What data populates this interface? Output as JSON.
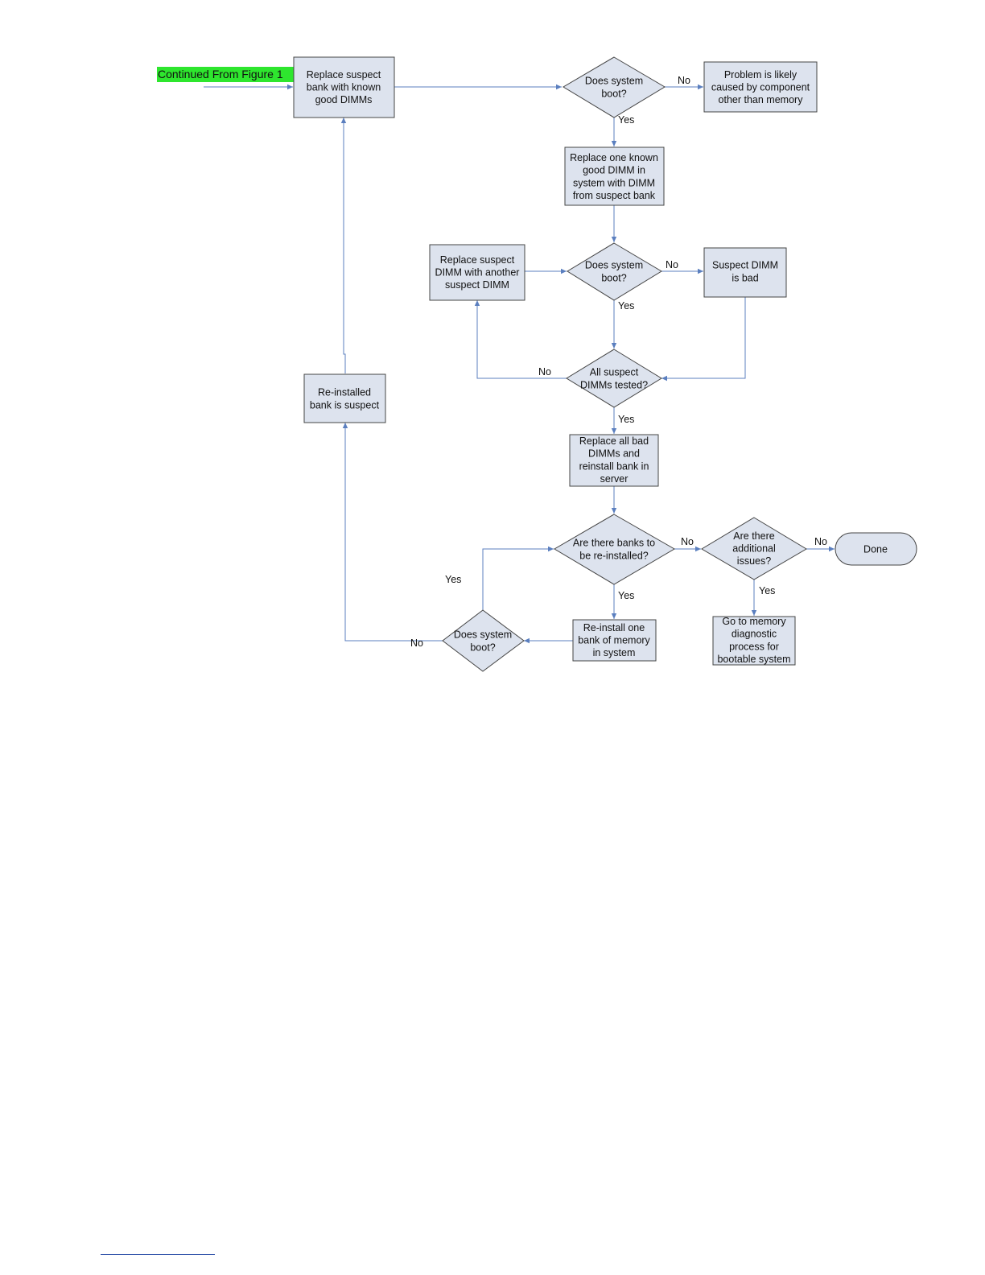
{
  "continued_label": "Continued From Figure 1",
  "nodes": {
    "replace_bank": [
      "Replace suspect",
      "bank with known",
      "good DIMMs"
    ],
    "boot1": [
      "Does system",
      "boot?"
    ],
    "problem_other": [
      "Problem is likely",
      "caused by component",
      "other than memory"
    ],
    "replace_one": [
      "Replace one known",
      "good DIMM in",
      "system with DIMM",
      "from suspect bank"
    ],
    "replace_another": [
      "Replace suspect",
      "DIMM with another",
      "suspect DIMM"
    ],
    "boot2": [
      "Does system",
      "boot?"
    ],
    "dimm_bad": [
      "Suspect DIMM",
      "is bad"
    ],
    "all_tested": [
      "All suspect",
      "DIMMs tested?"
    ],
    "reinstalled_suspect": [
      "Re-installed",
      "bank is suspect"
    ],
    "replace_all": [
      "Replace all bad",
      "DIMMs and",
      "reinstall bank in",
      "server"
    ],
    "banks_reinstall": [
      "Are there banks to",
      "be re-installed?"
    ],
    "additional_issues": [
      "Are there",
      "additional",
      "issues?"
    ],
    "done": [
      "Done"
    ],
    "reinstall_one": [
      "Re-install one",
      "bank of memory",
      "in system"
    ],
    "go_diag": [
      "Go to memory",
      "diagnostic",
      "process for",
      "bootable system"
    ],
    "boot3": [
      "Does system",
      "boot?"
    ]
  },
  "edge_labels": {
    "boot1_no": "No",
    "boot1_yes": "Yes",
    "boot2_no": "No",
    "boot2_yes": "Yes",
    "tested_no": "No",
    "tested_yes": "Yes",
    "banks_no": "No",
    "banks_yes": "Yes",
    "issues_no": "No",
    "issues_yes": "Yes",
    "boot3_yes": "Yes",
    "boot3_no": "No"
  },
  "colors": {
    "node_fill": "#dde3ee",
    "node_stroke": "#444444",
    "edge": "#5b7fbf",
    "highlight": "#2ee62e"
  }
}
